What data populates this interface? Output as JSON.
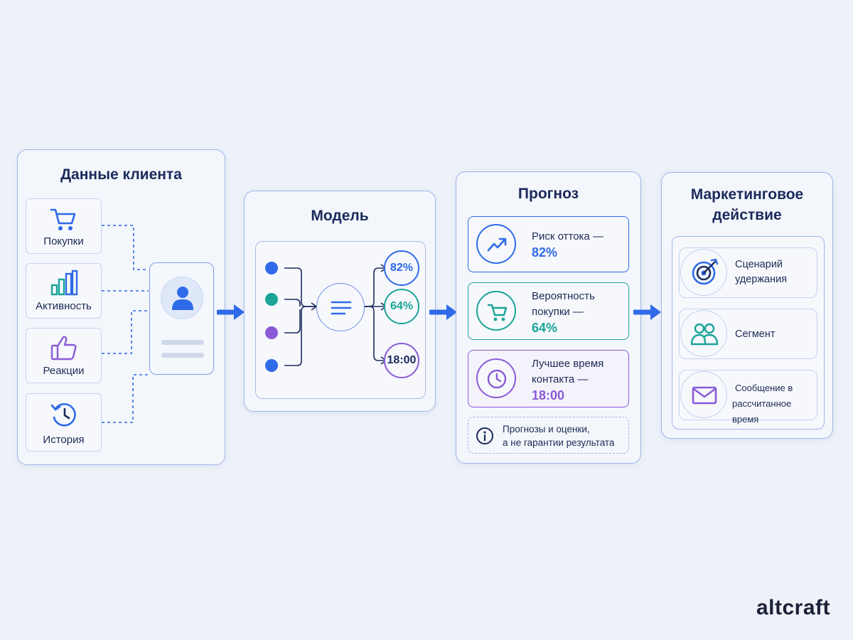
{
  "colors": {
    "blue": "#2f6ae8",
    "teal": "#1aa497",
    "purple": "#8a5bd6",
    "dark_blue": "#1b2a5c"
  },
  "client": {
    "title": "Данные клиента",
    "items": [
      {
        "label": "Покупки",
        "icon": "cart-icon"
      },
      {
        "label": "Активность",
        "icon": "bar-chart-icon"
      },
      {
        "label": "Реакции",
        "icon": "thumbs-up-icon"
      },
      {
        "label": "История",
        "icon": "history-icon"
      }
    ],
    "profile_icon": "user-icon"
  },
  "model": {
    "title": "Модель",
    "outcomes": [
      "82%",
      "64%",
      "18:00"
    ]
  },
  "forecast": {
    "title": "Прогноз",
    "items": [
      {
        "text": "Риск оттока —",
        "value": "82%",
        "icon": "trend-up-icon"
      },
      {
        "text_line1": "Вероятность",
        "text_line2": "покупки —",
        "value": "64%",
        "icon": "cart-icon"
      },
      {
        "text_line1": "Лучшее время",
        "text_line2": "контакта —",
        "value": "18:00",
        "icon": "clock-icon"
      }
    ],
    "note_line1": "Прогнозы и оценки,",
    "note_line2": "а не гарантии результата"
  },
  "action": {
    "title_line1": "Маркетинговое",
    "title_line2": "действие",
    "items": [
      {
        "text_line1": "Сценарий",
        "text_line2": "удержания",
        "icon": "target-icon"
      },
      {
        "text_line1": "Сегмент",
        "text_line2": "",
        "icon": "users-icon"
      },
      {
        "text_line1": "Сообщение в",
        "text_line2": "рассчитанное время",
        "icon": "mail-icon"
      }
    ]
  },
  "logo": "altcraft"
}
